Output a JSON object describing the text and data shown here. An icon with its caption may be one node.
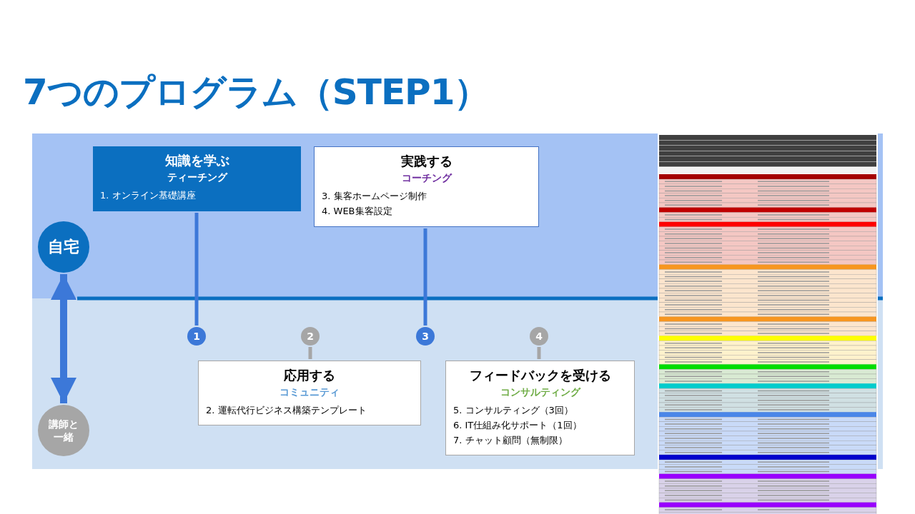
{
  "diagram": {
    "title": "7つのプログラム（STEP1）",
    "nodes": [
      {
        "text": [
          "知識を学ぶ",
          "ティーチング",
          "1. オンライン基礎講座"
        ]
      },
      {
        "text": [
          "実践する",
          "コーチング",
          "3. 集客ホームページ制作",
          "4. WEB集客設定"
        ]
      },
      {
        "text": [
          "応用する",
          "コミュニティ",
          "2. 運転代行ビジネス構築テンプレート"
        ]
      },
      {
        "text": [
          "フィードバックを受ける",
          "コンサルティング",
          "5. コンサルティング（3回）",
          "6. IT仕組み化サポート（1回）",
          "7. チャット顧問（無制限）"
        ]
      },
      {
        "text": [
          "1"
        ]
      },
      {
        "text": [
          "2"
        ]
      },
      {
        "text": [
          "3"
        ]
      },
      {
        "text": [
          "4"
        ]
      },
      {
        "text": [
          "自宅"
        ]
      },
      {
        "text": [
          "講師と一緒"
        ]
      }
    ],
    "edges": [
      {
        "from": 0,
        "to": 4,
        "arrow": "none"
      },
      {
        "from": 1,
        "to": 6,
        "arrow": "none"
      },
      {
        "from": 5,
        "to": 2,
        "arrow": "none",
        "color": "#a6a6a6"
      },
      {
        "from": 7,
        "to": 3,
        "arrow": "none",
        "color": "#a6a6a6"
      },
      {
        "from": 8,
        "to": 9,
        "arrow": "both",
        "style": "thick"
      }
    ]
  }
}
